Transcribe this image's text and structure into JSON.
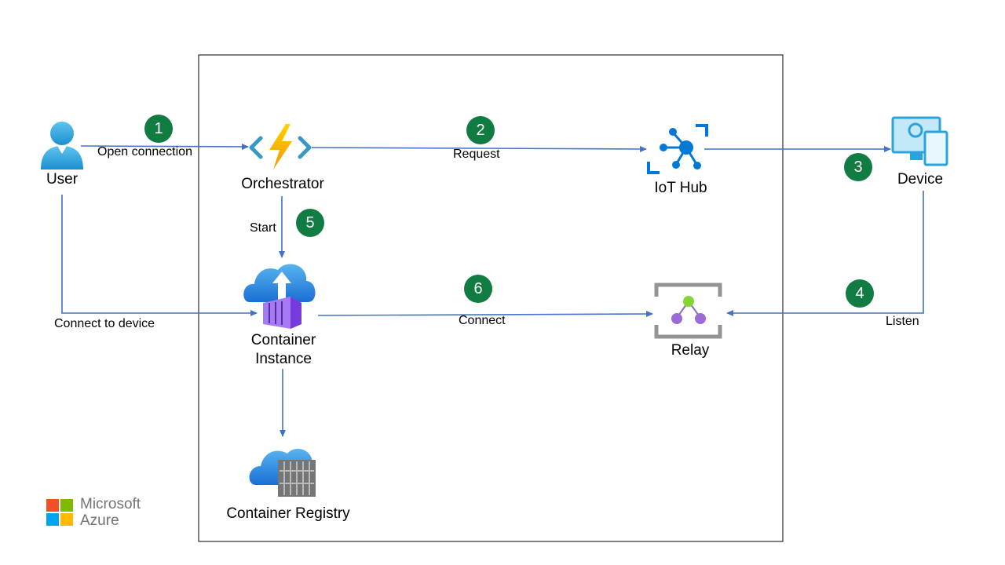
{
  "nodes": {
    "user": "User",
    "orchestrator": "Orchestrator",
    "iot_hub": "IoT Hub",
    "device": "Device",
    "container_instance_line1": "Container",
    "container_instance_line2": "Instance",
    "relay": "Relay",
    "container_registry": "Container Registry"
  },
  "edges": {
    "open_connection": "Open connection",
    "request": "Request",
    "start": "Start",
    "connect_to_device": "Connect to device",
    "connect": "Connect",
    "listen": "Listen"
  },
  "steps": [
    "1",
    "2",
    "3",
    "4",
    "5",
    "6"
  ],
  "logo": {
    "line1": "Microsoft",
    "line2": "Azure"
  },
  "colors": {
    "arrow": "#4472c4",
    "step_badge": "#107c41",
    "boundary": "#000000"
  }
}
